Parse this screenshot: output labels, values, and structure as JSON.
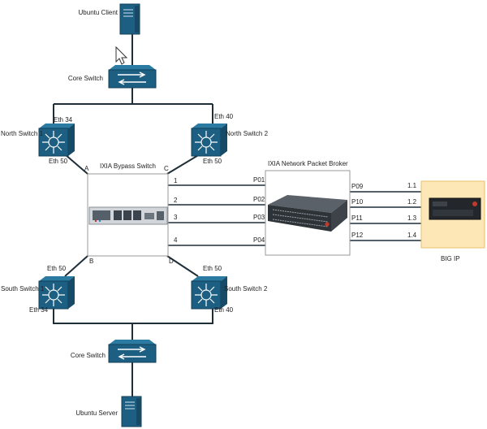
{
  "nodes": {
    "ubuntu_client": "Ubuntu Client",
    "core_switch_top": "Core Switch",
    "north_switch_1": "North Switch 1",
    "north_switch_2": "North Switch 2",
    "bypass_switch": "IXIA Bypass Switch",
    "packet_broker": "IXIA Network Packet Broker",
    "big_ip": "BIG IP",
    "south_switch_1": "South Switch 1",
    "south_switch_2": "South Switch 2",
    "core_switch_bottom": "Core Switch",
    "ubuntu_server": "Ubuntu Server"
  },
  "ports": {
    "ns1_eth34": "Eth 34",
    "ns1_eth50": "Eth 50",
    "ns2_eth40": "Eth 40",
    "ns2_eth50": "Eth 50",
    "ss1_eth50": "Eth 50",
    "ss1_eth34": "Eth 34",
    "ss2_eth50": "Eth 50",
    "ss2_eth40": "Eth 40",
    "bypass_a": "A",
    "bypass_b": "B",
    "bypass_c": "C",
    "bypass_d": "D",
    "bypass_1": "1",
    "bypass_2": "2",
    "bypass_3": "3",
    "bypass_4": "4",
    "npb_p01": "P01",
    "npb_p02": "P02",
    "npb_p03": "P03",
    "npb_p04": "P04",
    "npb_p09": "P09",
    "npb_p10": "P10",
    "npb_p11": "P11",
    "npb_p12": "P12",
    "bigip_11": "1.1",
    "bigip_12": "1.2",
    "bigip_13": "1.3",
    "bigip_14": "1.4"
  },
  "colors": {
    "device_blue": "#1d5f82",
    "device_dark": "#164a67",
    "wire": "#1f2f3a",
    "bigip_fill": "#fde7b6",
    "bigip_stroke": "#e8c068"
  }
}
